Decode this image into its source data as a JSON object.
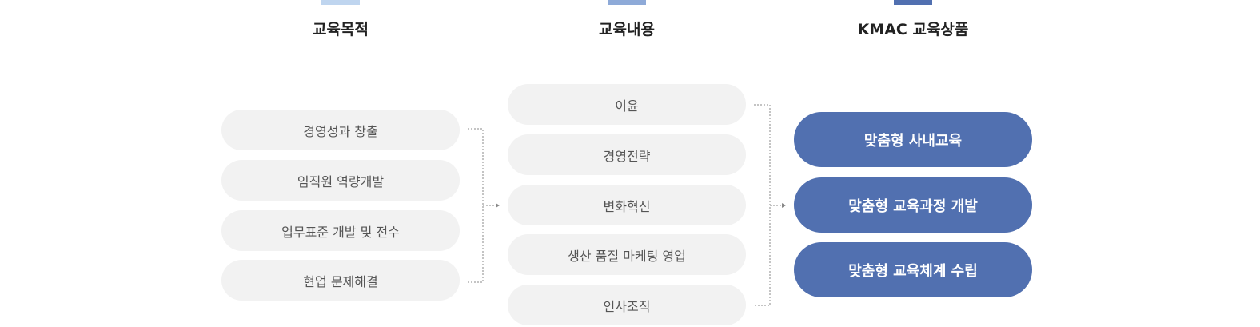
{
  "columns": {
    "purpose": {
      "title": "교육목적",
      "items": [
        "경영성과 창출",
        "임직원 역량개발",
        "업무표준 개발 및 전수",
        "현업 문제해결"
      ]
    },
    "content": {
      "title": "교육내용",
      "items": [
        "이윤",
        "경영전략",
        "변화혁신",
        "생산 품질 마케팅 영업",
        "인사조직"
      ]
    },
    "products": {
      "title": "KMAC 교육상품",
      "items": [
        "맞춤형 사내교육",
        "맞춤형 교육과정 개발",
        "맞춤형 교육체계 수립"
      ]
    }
  },
  "colors": {
    "bar_purpose": "#bfd5ef",
    "bar_content": "#8eaad8",
    "bar_products": "#5170b0",
    "pill_bg": "#f2f2f2",
    "product_bg": "#5170b0",
    "connector": "#888888"
  }
}
